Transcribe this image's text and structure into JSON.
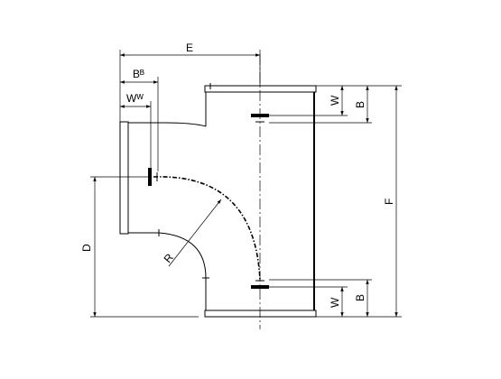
{
  "diagram": {
    "labels": {
      "E": "E",
      "B_top": "Bᴮ",
      "W_top": "Wᵂ",
      "D": "D",
      "R": "R",
      "F": "F",
      "W_right_top": "W",
      "B_right_top": "B",
      "W_right_bottom": "W",
      "B_right_bottom": "B"
    }
  }
}
